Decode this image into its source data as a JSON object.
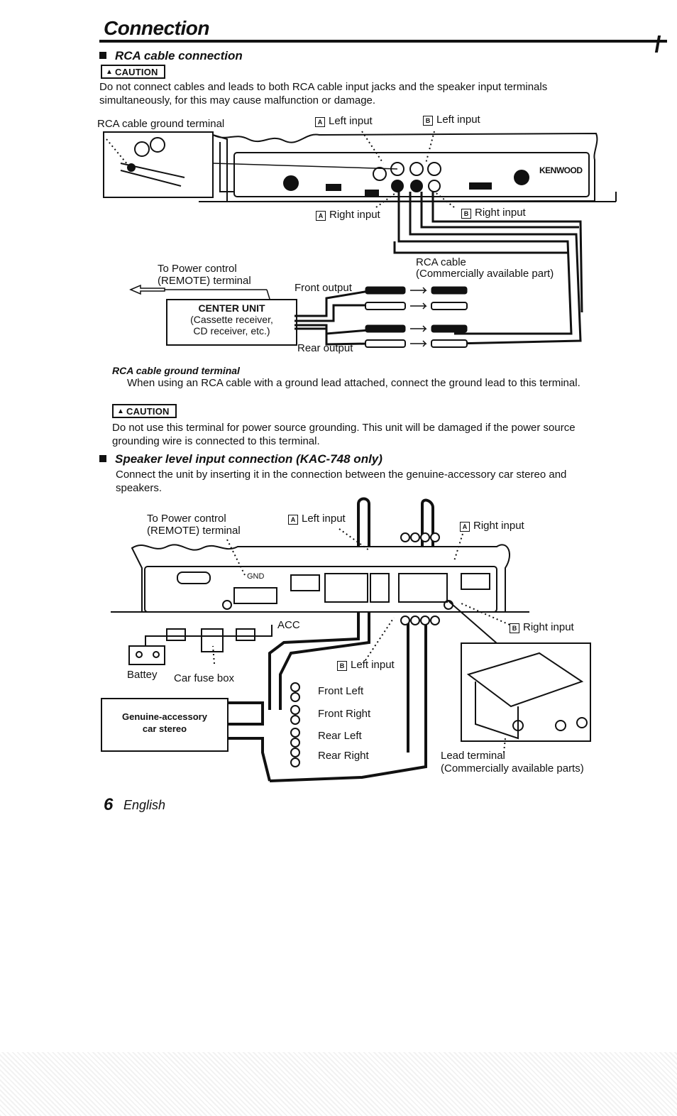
{
  "page": {
    "title": "Connection",
    "footer_number": "6",
    "footer_language": "English"
  },
  "rca_section": {
    "heading": "RCA cable connection",
    "caution_label": "CAUTION",
    "caution_text": "Do not connect cables and leads to both RCA cable input  jacks and the speaker input terminals simultaneously,  for this may cause malfunction or damage.",
    "labels": {
      "ground_terminal": "RCA cable ground terminal",
      "a_left": "Left input",
      "b_left": "Left input",
      "a_right": "Right input",
      "b_right": "Right input",
      "a_box": "A",
      "b_box": "B",
      "power_control_1": "To Power control",
      "power_control_2": "(REMOTE) terminal",
      "front_output": "Front output",
      "rear_output": "Rear output",
      "rca_cable_1": "RCA cable",
      "rca_cable_2": "(Commercially available part)",
      "center_unit_title": "CENTER UNIT",
      "center_unit_sub1": "(Cassette receiver,",
      "center_unit_sub2": "CD receiver, etc.)",
      "brand": "KENWOOD"
    },
    "ground_subheading": "RCA cable ground terminal",
    "ground_text": "When using an RCA cable with a ground lead attached, connect the ground lead to this terminal.",
    "caution2_label": "CAUTION",
    "caution2_text": "Do not use this terminal for power source grounding. This unit will be damaged if the power source grounding wire is connected to this terminal."
  },
  "speaker_section": {
    "heading": "Speaker level input connection (KAC-748 only)",
    "intro": "Connect the unit by inserting it in the connection between the genuine-accessory car stereo and speakers.",
    "labels": {
      "power_control_1": "To Power control",
      "power_control_2": "(REMOTE) terminal",
      "a_left": "Left input",
      "a_right": "Right input",
      "b_right": "Right input",
      "b_left": "Left input",
      "a_box": "A",
      "b_box": "B",
      "acc": "ACC",
      "gnd": "GND",
      "battery": "Battey",
      "fuse_box": "Car fuse box",
      "front_left": "Front Left",
      "front_right": "Front Right",
      "rear_left": "Rear Left",
      "rear_right": "Rear Right",
      "stereo_1": "Genuine-accessory",
      "stereo_2": "car stereo",
      "lead_terminal_1": "Lead terminal",
      "lead_terminal_2": "(Commercially available parts)"
    }
  }
}
